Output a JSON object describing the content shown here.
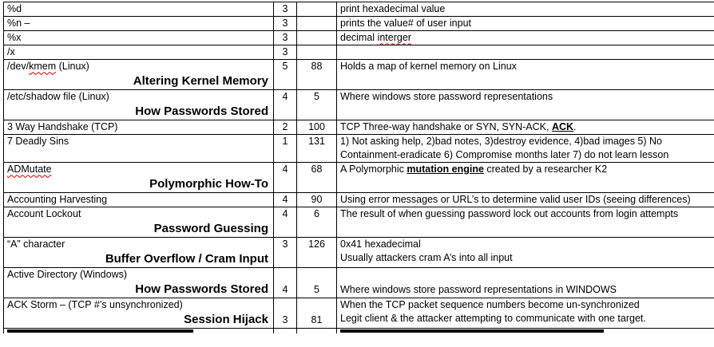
{
  "rows": [
    {
      "term": "%d",
      "domain": "3",
      "page": "",
      "desc": "print hexadecimal value"
    },
    {
      "term": "%n –",
      "domain": "3",
      "page": "",
      "desc": "prints the value# of user input"
    },
    {
      "term": "%x",
      "domain": "3",
      "page": "",
      "desc_a": "decimal ",
      "desc_b": "interger"
    },
    {
      "term": "/x",
      "domain": "3",
      "page": "",
      "desc": ""
    },
    {
      "term_a": "/dev/",
      "term_b": "kmem",
      "term_c": " (Linux)",
      "category": "Altering Kernel Memory",
      "domain": "5",
      "page": "88",
      "desc": "Holds a map of kernel memory on Linux"
    },
    {
      "term": "/etc/shadow file (Linux)",
      "category": "How Passwords Stored",
      "domain": "4",
      "page": "5",
      "desc": "Where windows store password representations"
    },
    {
      "term": "3 Way Handshake (TCP)",
      "domain": "2",
      "page": "100",
      "desc_a": "TCP Three-way handshake or SYN, SYN-ACK, ",
      "desc_b": "ACK",
      "desc_c": "."
    },
    {
      "term": "7 Deadly Sins",
      "domain": "1",
      "page": "131",
      "desc_line1": "1) Not asking help, 2)bad notes, 3)destroy evidence, 4)bad images 5) No",
      "desc_line2": "Containment-eradicate 6) Compromise months later 7) do not learn lesson"
    },
    {
      "term": "ADMutate",
      "category": "Polymorphic How-To",
      "domain": "4",
      "page": "68",
      "desc_a": "A Polymorphic ",
      "desc_b": "mutation engine",
      "desc_c": " created by a researcher K2"
    },
    {
      "term": "Accounting Harvesting",
      "domain": "4",
      "page": "90",
      "desc": "Using error messages or URL’s to determine valid user IDs (seeing differences)"
    },
    {
      "term": "Account Lockout",
      "category": "Password Guessing",
      "domain": "4",
      "page": "6",
      "desc": "The result of when guessing password lock out accounts from login attempts"
    },
    {
      "term": "“A” character",
      "category": "Buffer Overflow / Cram Input",
      "domain": "3",
      "page": "126",
      "desc_line1": "0x41 hexadecimal",
      "desc_line2": "Usually attackers cram A’s into all  input"
    },
    {
      "term": "Active Directory (Windows)",
      "category": "How Passwords Stored",
      "domain": "4",
      "page": "5",
      "desc": "Where windows store password representations in WINDOWS"
    },
    {
      "term": "ACK Storm – (TCP #’s unsynchronized)",
      "category": "Session Hijack",
      "domain": "3",
      "page": "81",
      "desc_line1": "When the TCP packet sequence numbers  become un-synchronized",
      "desc_line2": "Legit client & the attacker attempting to communicate with one target."
    }
  ]
}
